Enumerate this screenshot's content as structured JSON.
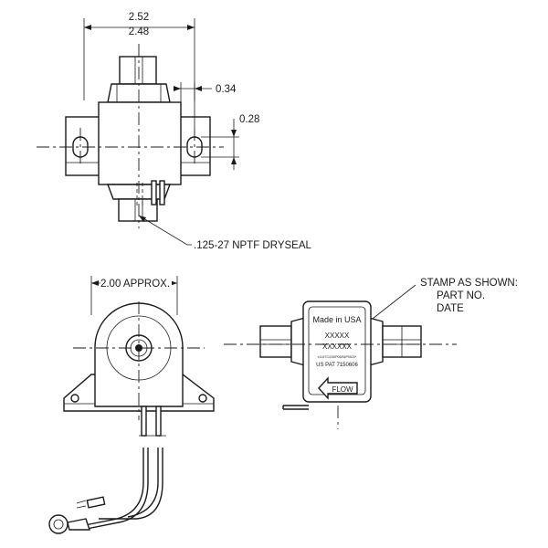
{
  "dimensions": {
    "width_max": "2.52",
    "width_min": "2.48",
    "offset_a": "0.34",
    "offset_b": "0.28",
    "approx_width": "2.00 APPROX."
  },
  "callouts": {
    "thread": ".125-27 NPTF DRYSEAL",
    "stamp_line1": "STAMP AS SHOWN:",
    "stamp_line2": "PART NO.",
    "stamp_line3": "DATE"
  },
  "label": {
    "made_in": "Made in USA",
    "part_no": "XXXXX",
    "date": "XXXXXX",
    "fine_print": "±114TC/240P05/54P0520*",
    "patent": "US PAT 7150606",
    "flow": "FLOW"
  }
}
